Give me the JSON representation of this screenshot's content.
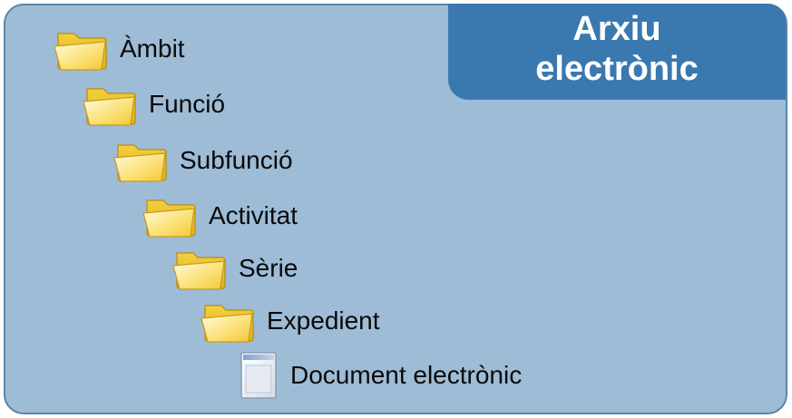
{
  "header": {
    "line1": "Arxiu",
    "line2": "electrònic"
  },
  "hierarchy": [
    {
      "label": "Àmbit",
      "icon": "folder-icon"
    },
    {
      "label": "Funció",
      "icon": "folder-icon"
    },
    {
      "label": "Subfunció",
      "icon": "folder-icon"
    },
    {
      "label": "Activitat",
      "icon": "folder-icon"
    },
    {
      "label": "Sèrie",
      "icon": "folder-icon"
    },
    {
      "label": "Expedient",
      "icon": "folder-icon"
    },
    {
      "label": "Document electrònic",
      "icon": "document-icon"
    }
  ],
  "colors": {
    "panel": "#9ebcd6",
    "panel_border": "#5a84ad",
    "header_bg": "#3a78b0",
    "header_text": "#ffffff",
    "folder": "#f6d84a"
  }
}
